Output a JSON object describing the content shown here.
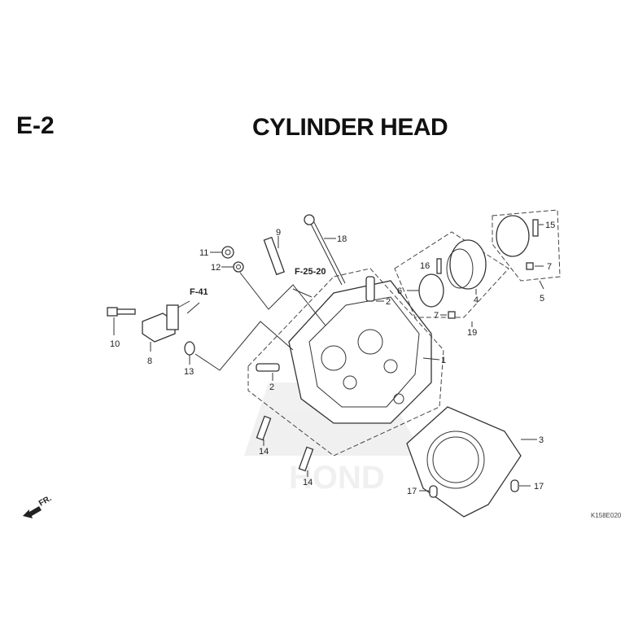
{
  "section": "E-2",
  "title": "CYLINDER HEAD",
  "references": [
    "F-41",
    "F-25-20"
  ],
  "part_numbers": [
    "1",
    "2",
    "2",
    "3",
    "4",
    "5",
    "6",
    "7",
    "7",
    "8",
    "9",
    "10",
    "11",
    "12",
    "13",
    "14",
    "14",
    "15",
    "16",
    "17",
    "17",
    "18",
    "19"
  ],
  "front_label": "FR.",
  "diagram_code": "K158E020"
}
